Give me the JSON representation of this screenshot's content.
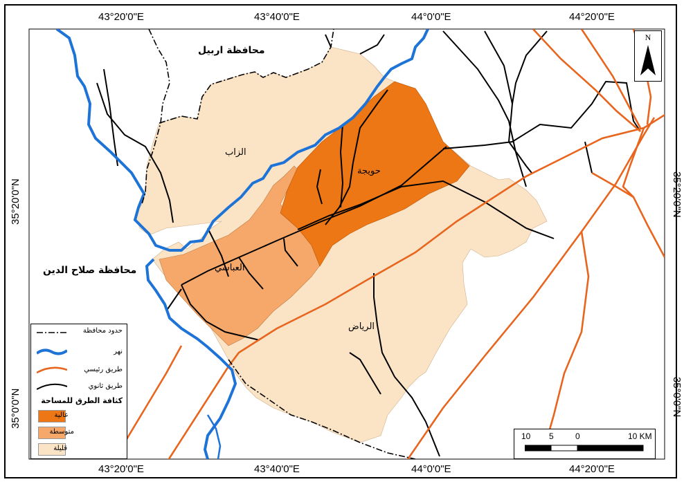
{
  "grid": {
    "top_labels": [
      "43°20'0\"E",
      "43°40'0\"E",
      "44°0'0\"E",
      "44°20'0\"E"
    ],
    "bottom_labels": [
      "43°20'0\"E",
      "43°40'0\"E",
      "44°0'0\"E",
      "44°20'0\"E"
    ],
    "left_labels": [
      "35°20'0\"N",
      "35°0'0\"N"
    ],
    "right_labels": [
      "35°20'0\"N",
      "35°0'0\"N"
    ]
  },
  "places": {
    "erbil": "محافظة اربيل",
    "salahaddin": "محافظة صلاح الدين",
    "zab": "الزاب",
    "hawija": "حويجة",
    "abbasi": "العباسي",
    "riyadh": "الرياض"
  },
  "north": {
    "letter": "N"
  },
  "scale": {
    "labels": [
      "10",
      "5",
      "0",
      "10 KM"
    ]
  },
  "legend": {
    "boundary": "حدود محافظة",
    "river": "نهر",
    "main_road": "طريق رئيسي",
    "secondary_road": "طريق ثانوي",
    "density_title": "كثافة الطرق للمساحة",
    "classes": [
      {
        "label": "عالية",
        "color": "#ED7714"
      },
      {
        "label": "متوسطة",
        "color": "#F6A86B"
      },
      {
        "label": "قليلة",
        "color": "#FBE4C6"
      }
    ]
  },
  "colors": {
    "river": "#1E73D6",
    "main_road": "#E8651E",
    "secondary_road": "#000000",
    "boundary": "#000000"
  }
}
